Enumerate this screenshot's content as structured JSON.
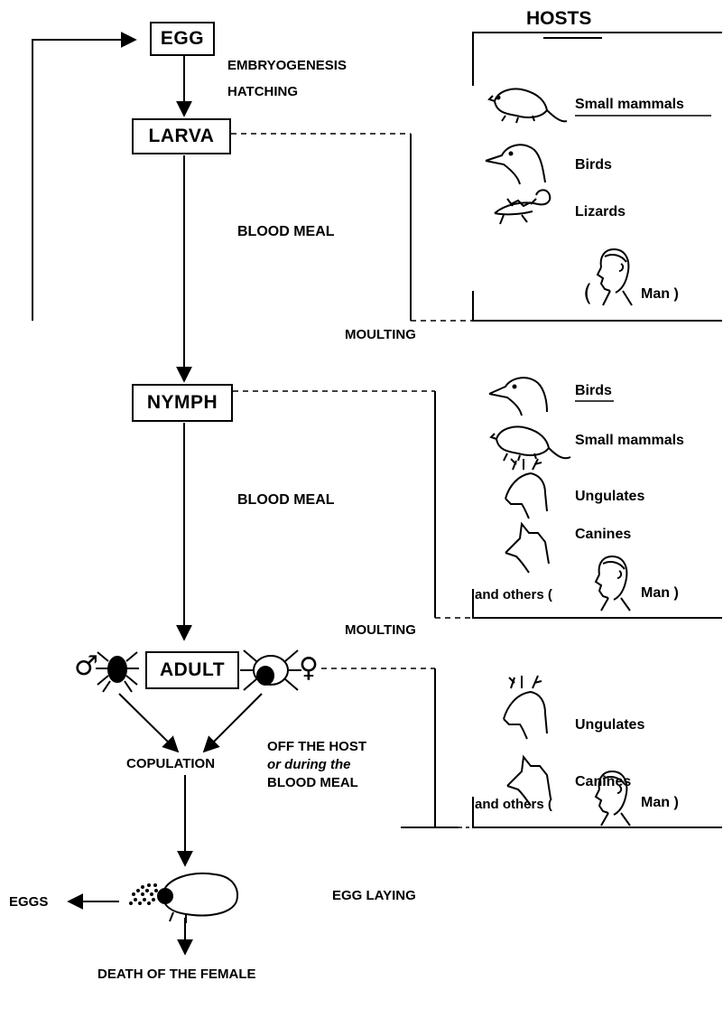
{
  "hosts_title": "HOSTS",
  "stages": {
    "egg": "EGG",
    "larva": "LARVA",
    "nymph": "NYMPH",
    "adult": "ADULT"
  },
  "processes": {
    "embryogenesis": "EMBRYOGENESIS",
    "hatching": "HATCHING",
    "blood_meal_larva": "BLOOD MEAL",
    "moulting_1": "MOULTING",
    "blood_meal_nymph": "BLOOD MEAL",
    "moulting_2": "MOULTING",
    "copulation": "COPULATION",
    "copulation_note": [
      "OFF THE HOST",
      "or during the",
      "BLOOD MEAL"
    ],
    "eggs": "EGGS",
    "egg_laying": "EGG LAYING",
    "death": "DEATH OF THE FEMALE"
  },
  "symbols": {
    "male": "♂",
    "female": "♀"
  },
  "larva_hosts": {
    "small_mammals": "Small mammals",
    "birds": "Birds",
    "lizards": "Lizards",
    "man_open": "(",
    "man": "Man )"
  },
  "nymph_hosts": {
    "birds": "Birds",
    "small_mammals": "Small mammals",
    "ungulates": "Ungulates",
    "canines": "Canines",
    "and_others": "and others (",
    "man": "Man )"
  },
  "adult_hosts": {
    "ungulates": "Ungulates",
    "canines": "Canines",
    "and_others": "and others (",
    "man": "Man )"
  }
}
